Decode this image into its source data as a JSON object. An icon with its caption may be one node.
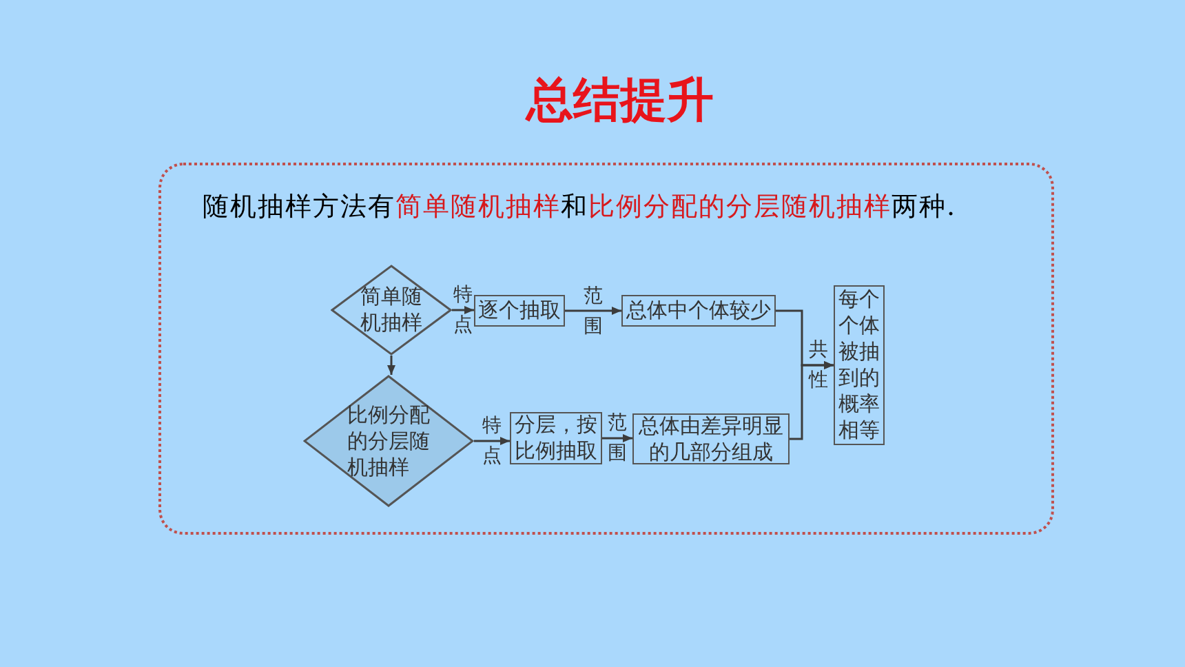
{
  "diagram": {
    "title": "总结提升",
    "nodes": [
      {
        "text": [
          "随机抽样方法有**简单随机抽样**和**比例分配的分层随机抽样**两种."
        ]
      },
      {
        "text": [
          "简单随机抽样"
        ],
        "in": 0
      },
      {
        "text": [
          "比例分配的分层随机抽样"
        ],
        "in": 0
      },
      {
        "text": [
          "逐个抽取"
        ],
        "in": 0
      },
      {
        "text": [
          "分层，按比例抽取"
        ],
        "in": 0
      },
      {
        "text": [
          "总体中个体较少"
        ],
        "in": 0
      },
      {
        "text": [
          "总体由差异明显的几部分组成"
        ],
        "in": 0
      },
      {
        "text": [
          "每个个体被抽到的概率相等"
        ],
        "in": 0
      }
    ],
    "edges": [
      {
        "from": 1,
        "to": 3,
        "arrow": "to",
        "label": "特点"
      },
      {
        "from": 3,
        "to": 5,
        "arrow": "to",
        "label": "范围"
      },
      {
        "from": 1,
        "to": 2,
        "arrow": "to"
      },
      {
        "from": 2,
        "to": 4,
        "arrow": "to",
        "label": "特点"
      },
      {
        "from": 4,
        "to": 6,
        "arrow": "to",
        "label": "范围"
      },
      {
        "from": 5,
        "to": 7,
        "arrow": "to",
        "label": "共性"
      },
      {
        "from": 6,
        "to": 7,
        "arrow": "to"
      }
    ]
  }
}
